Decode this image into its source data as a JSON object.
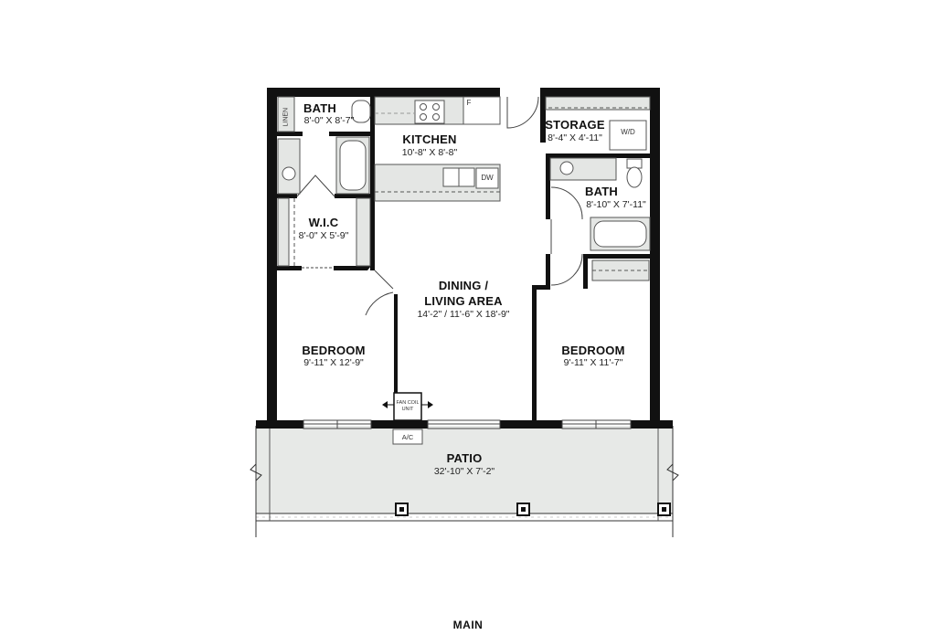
{
  "rooms": {
    "bath_left": {
      "name": "BATH",
      "dims": "8'-0\" X 8'-7\""
    },
    "linen": {
      "name": "LINEN"
    },
    "kitchen": {
      "name": "KITCHEN",
      "dims": "10'-8\" X 8'-8\""
    },
    "storage": {
      "name": "STORAGE",
      "dims": "8'-4\" X 4'-11\""
    },
    "bath_right": {
      "name": "BATH",
      "dims": "8'-10\" X 7'-11\""
    },
    "wic": {
      "name": "W.I.C",
      "dims": "8'-0\" X 5'-9\""
    },
    "dining": {
      "name_line1": "DINING /",
      "name_line2": "LIVING AREA",
      "dims": "14'-2\" / 11'-6\" X 18'-9\""
    },
    "bedroom_left": {
      "name": "BEDROOM",
      "dims": "9'-11\" X 12'-9\""
    },
    "bedroom_right": {
      "name": "BEDROOM",
      "dims": "9'-11\" X 11'-7\""
    },
    "patio": {
      "name": "PATIO",
      "dims": "32'-10\" X 7'-2\""
    }
  },
  "fixtures": {
    "fridge": "F",
    "dishwasher": "DW",
    "washer_dryer": "W/D",
    "fan_coil_line1": "FAN COIL",
    "fan_coil_line2": "UNIT",
    "ac": "A/C"
  },
  "caption": "MAIN",
  "colors": {
    "wall": "#111111",
    "patio_fill": "#e7e9e7",
    "counter_fill": "#e4e6e4",
    "fixture_stroke": "#555555"
  }
}
